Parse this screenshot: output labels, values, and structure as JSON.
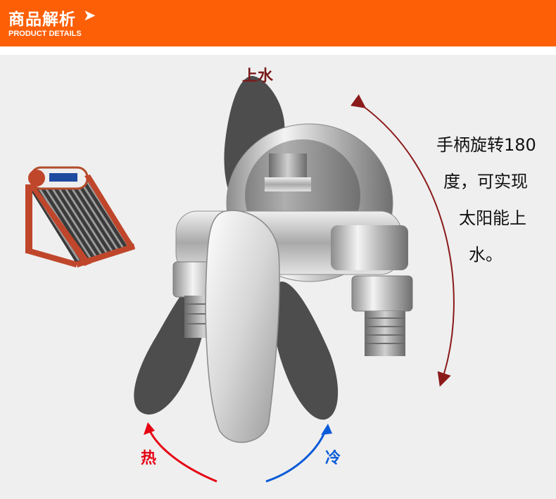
{
  "header": {
    "title": "商品解析",
    "arrow": "➤",
    "subtitle": "PRODUCT DETAILS"
  },
  "labels": {
    "up": "上水",
    "hot": "热",
    "cold": "冷"
  },
  "description": {
    "line1": "手柄旋转180",
    "line2": "度，可实现",
    "line3": "太阳能上",
    "line4": "水。"
  },
  "colors": {
    "header_bg": "#fd5f07",
    "hot": "#e60012",
    "cold": "#0a5bd8",
    "rotate_arrow": "#8b1a1a"
  },
  "icons": [
    "solar-water-heater-image",
    "shower-faucet-image",
    "rotation-arrow",
    "hot-water-arrow",
    "cold-water-arrow"
  ]
}
